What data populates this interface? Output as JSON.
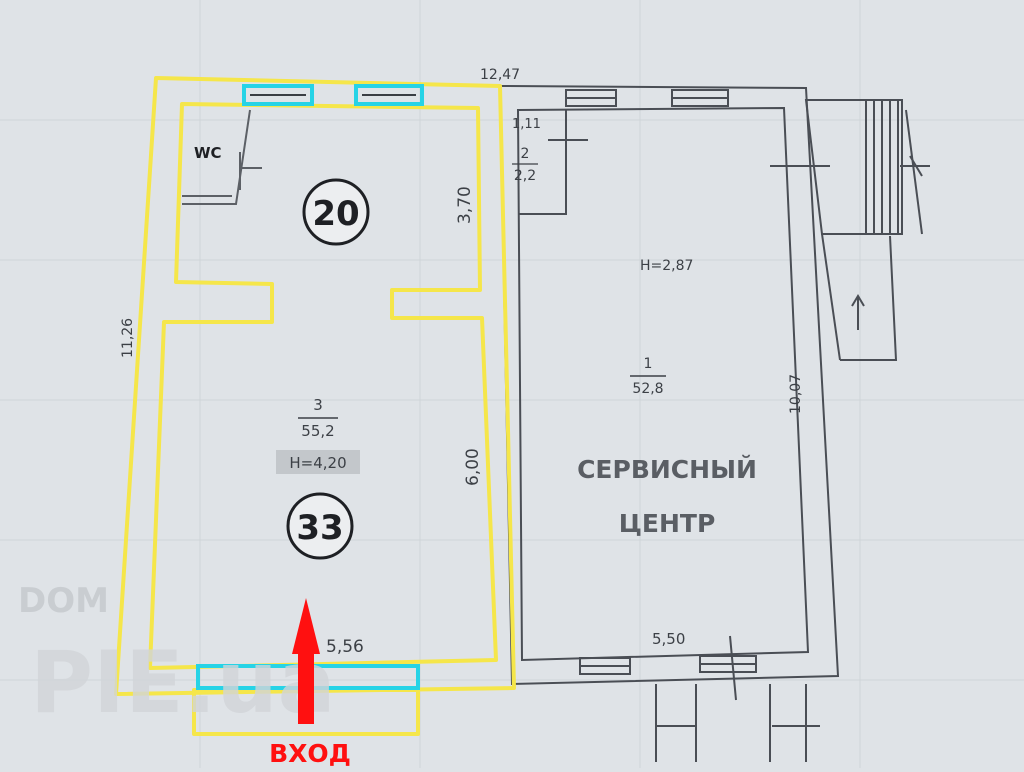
{
  "plan": {
    "dimensions": {
      "top_width": "12,47",
      "left_height": "11,26",
      "room20_depth": "3,70",
      "room3_depth": "6,00",
      "room3_width": "5,56",
      "room1_width": "5,50",
      "room1_height": "10,07",
      "room2_width": "1,11"
    },
    "rooms": {
      "wc_label": "WC",
      "room20_badge": "20",
      "room33_badge": "33",
      "room3_number": "3",
      "room3_area": "55,2",
      "room3_height": "H=4,20",
      "room1_number": "1",
      "room1_area": "52,8",
      "room1_height": "H=2,87",
      "room2_number": "2",
      "room2_area": "2,2"
    },
    "service_center": {
      "line1": "СЕРВИСНЫЙ",
      "line2": "ЦЕНТР"
    },
    "entrance_label": "ВХОД",
    "watermark": {
      "line1": "DOM",
      "line2": "PIE.ua"
    },
    "colors": {
      "highlight": "#f5e64a",
      "window": "#26d3e6",
      "arrow": "#ff1010",
      "line": "#4a4e55",
      "background": "#dfe3e7"
    }
  }
}
